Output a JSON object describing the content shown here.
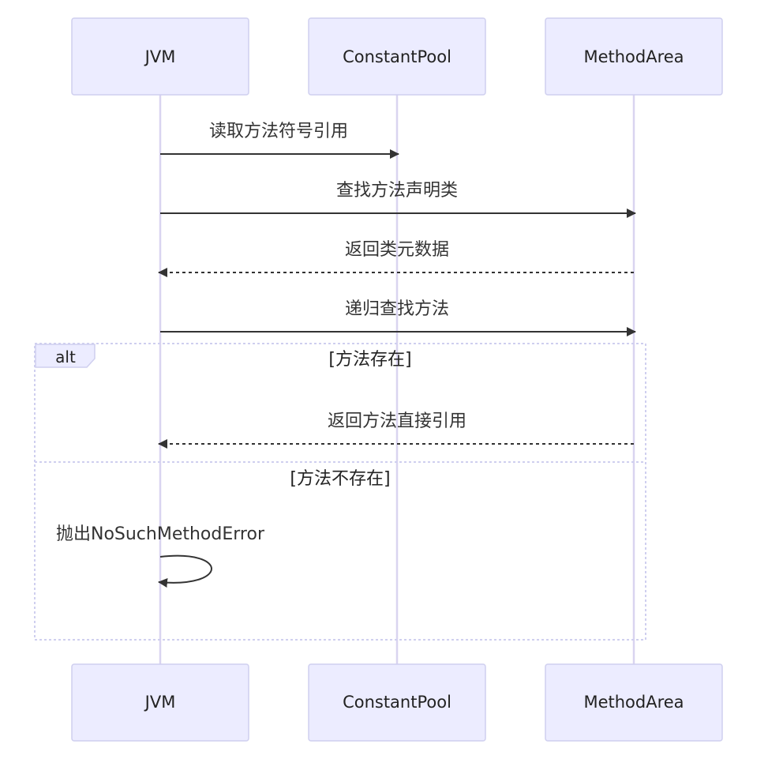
{
  "participants": [
    {
      "id": "jvm",
      "label": "JVM"
    },
    {
      "id": "pool",
      "label": "ConstantPool"
    },
    {
      "id": "method",
      "label": "MethodArea"
    }
  ],
  "messages": [
    {
      "from": "jvm",
      "to": "pool",
      "label": "读取方法符号引用",
      "style": "solid"
    },
    {
      "from": "jvm",
      "to": "method",
      "label": "查找方法声明类",
      "style": "solid"
    },
    {
      "from": "method",
      "to": "jvm",
      "label": "返回类元数据",
      "style": "dashed"
    },
    {
      "from": "jvm",
      "to": "method",
      "label": "递归查找方法",
      "style": "solid"
    },
    {
      "from": "method",
      "to": "jvm",
      "label": "返回方法直接引用",
      "style": "dashed"
    },
    {
      "from": "jvm",
      "to": "jvm",
      "label": "抛出NoSuchMethodError",
      "style": "solid"
    }
  ],
  "alt_block": {
    "keyword": "alt",
    "condition_1": "[方法存在]",
    "condition_2": "[方法不存在]"
  },
  "colors": {
    "actor_fill": "#ECECFF",
    "actor_stroke": "#CFCFEF",
    "lifeline": "#D9D4F0",
    "arrow": "#333333"
  }
}
